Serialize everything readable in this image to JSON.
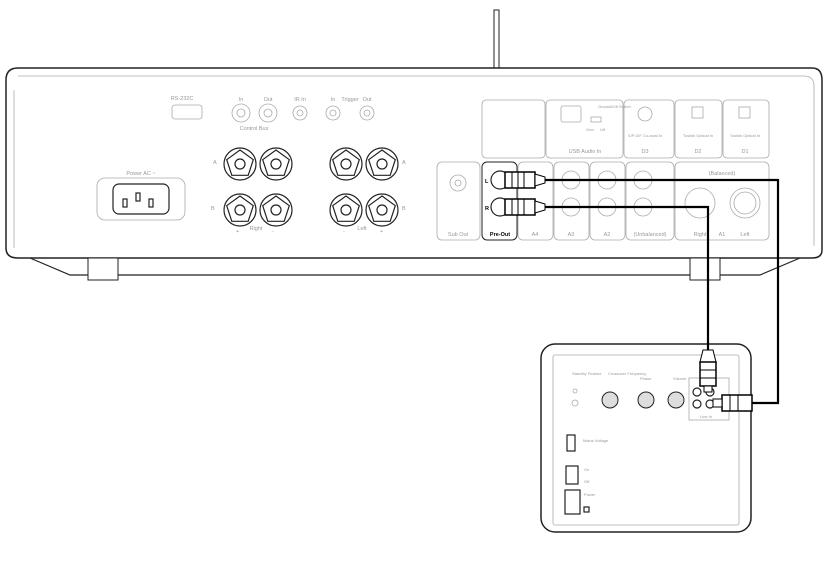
{
  "amplifier": {
    "power_label": "Power AC ~",
    "rs232_label": "RS-232C",
    "control_bus": {
      "in": "In",
      "out": "Out",
      "label": "Control Bus"
    },
    "ir_in": "IR In",
    "trigger": {
      "in": "In",
      "label": "Trigger",
      "out": "Out"
    },
    "speakers": {
      "a": "A",
      "b": "B",
      "right": "Right",
      "left": "Left",
      "plus": "+",
      "minus": "-"
    },
    "usb": {
      "ground_lift": "Ground/Lift Switch",
      "gnd": "Gnd",
      "lift": "Lift",
      "label": "USB Audio In"
    },
    "d3": {
      "desc": "S/P DIF Co-axial In",
      "label": "D3"
    },
    "d2": {
      "desc": "Toslink Optical In",
      "label": "D2"
    },
    "d1": {
      "desc": "Toslink Optical In",
      "label": "D1"
    },
    "sub_out": "Sub Out",
    "pre_out": "Pre-Out",
    "pre_out_l": "L",
    "pre_out_r": "R",
    "analog": [
      "A4",
      "A3",
      "A2"
    ],
    "unbalanced": "(Unbalanced)",
    "balanced": "(Balanced)",
    "a1": "A1",
    "xlr_right": "Right",
    "xlr_left": "Left"
  },
  "subwoofer": {
    "standby": "Standby Feature",
    "crossover": "Crossover Frequency",
    "phase": "Phase",
    "volume": "Volume",
    "mains_voltage": "Mains Voltage",
    "line_in": "Line In",
    "power": "Power",
    "on": "On",
    "off": "Off"
  }
}
